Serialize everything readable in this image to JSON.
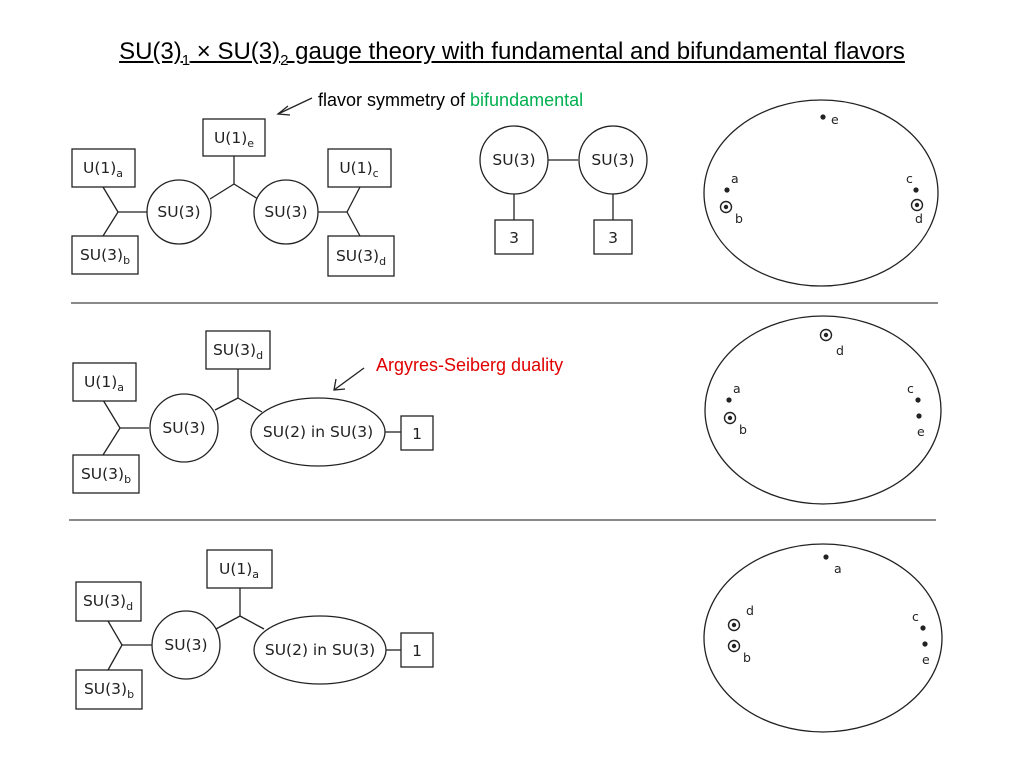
{
  "title": {
    "part1": "SU(3)",
    "sub1": "1",
    "times": " × ",
    "part2": "SU(3)",
    "sub2": "2",
    "rest": " gauge theory with fundamental and bifundamental flavors"
  },
  "annotations": {
    "flavor_prefix": "flavor symmetry of ",
    "flavor_highlight": "bifundamental",
    "duality": "Argyres-Seiberg duality"
  },
  "colors": {
    "highlight_green": "#00b050",
    "duality_red": "#e00000",
    "ink": "#222222"
  },
  "diagram1": {
    "u1e_main": "U(1)",
    "u1e_sub": "e",
    "u1a_main": "U(1)",
    "u1a_sub": "a",
    "su3b_main": "SU(3)",
    "su3b_sub": "b",
    "gauge_left": "SU(3)",
    "gauge_right": "SU(3)",
    "u1c_main": "U(1)",
    "u1c_sub": "c",
    "su3d_main": "SU(3)",
    "su3d_sub": "d"
  },
  "quiver": {
    "gauge_left": "SU(3)",
    "gauge_right": "SU(3)",
    "flavor_left": "3",
    "flavor_right": "3"
  },
  "curve1": {
    "a": "a",
    "b": "b",
    "c": "c",
    "d": "d",
    "e": "e"
  },
  "diagram2": {
    "su3d_main": "SU(3)",
    "su3d_sub": "d",
    "u1a_main": "U(1)",
    "u1a_sub": "a",
    "su3b_main": "SU(3)",
    "su3b_sub": "b",
    "gauge": "SU(3)",
    "embedded": "SU(2) in SU(3)",
    "flavor": "1"
  },
  "curve2": {
    "a": "a",
    "b": "b",
    "c": "c",
    "d": "d",
    "e": "e"
  },
  "diagram3": {
    "u1a_main": "U(1)",
    "u1a_sub": "a",
    "su3d_main": "SU(3)",
    "su3d_sub": "d",
    "su3b_main": "SU(3)",
    "su3b_sub": "b",
    "gauge": "SU(3)",
    "embedded": "SU(2) in SU(3)",
    "flavor": "1"
  },
  "curve3": {
    "a": "a",
    "b": "b",
    "c": "c",
    "d": "d",
    "e": "e"
  }
}
